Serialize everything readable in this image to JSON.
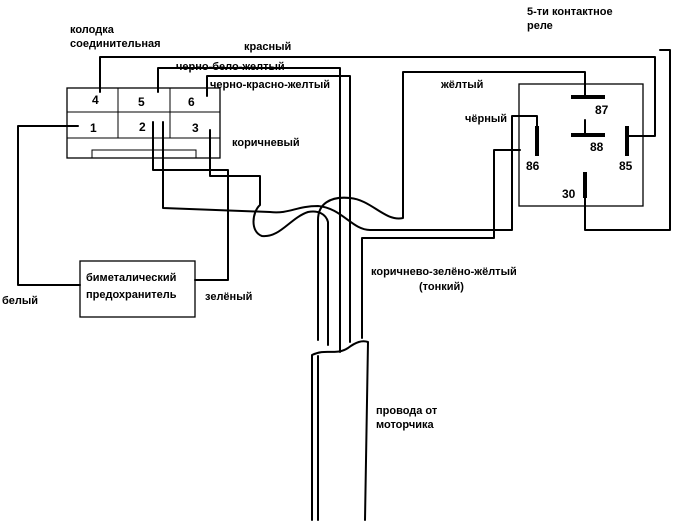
{
  "relay": {
    "title_line1": "5-ти контактное",
    "title_line2": "реле",
    "pins": {
      "p87": "87",
      "p88": "88",
      "p86": "86",
      "p85": "85",
      "p30": "30"
    }
  },
  "connector": {
    "title_line1": "колодка",
    "title_line2": "соединительная",
    "pins": {
      "p1": "1",
      "p2": "2",
      "p3": "3",
      "p4": "4",
      "p5": "5",
      "p6": "6"
    }
  },
  "fuse": {
    "line1": "биметалический",
    "line2": "предохранитель"
  },
  "wires": {
    "red": "красный",
    "black_white_yellow": "черно-бело-желтый",
    "black_red_yellow": "черно-красно-желтый",
    "yellow": "жёлтый",
    "black": "чёрный",
    "brown": "коричневый",
    "white": "белый",
    "green": "зелёный",
    "brown_green_yellow": "коричнево-зелёно-жёлтый",
    "thin": "(тонкий)"
  },
  "motor": {
    "line1": "провода от",
    "line2": "моторчика"
  }
}
